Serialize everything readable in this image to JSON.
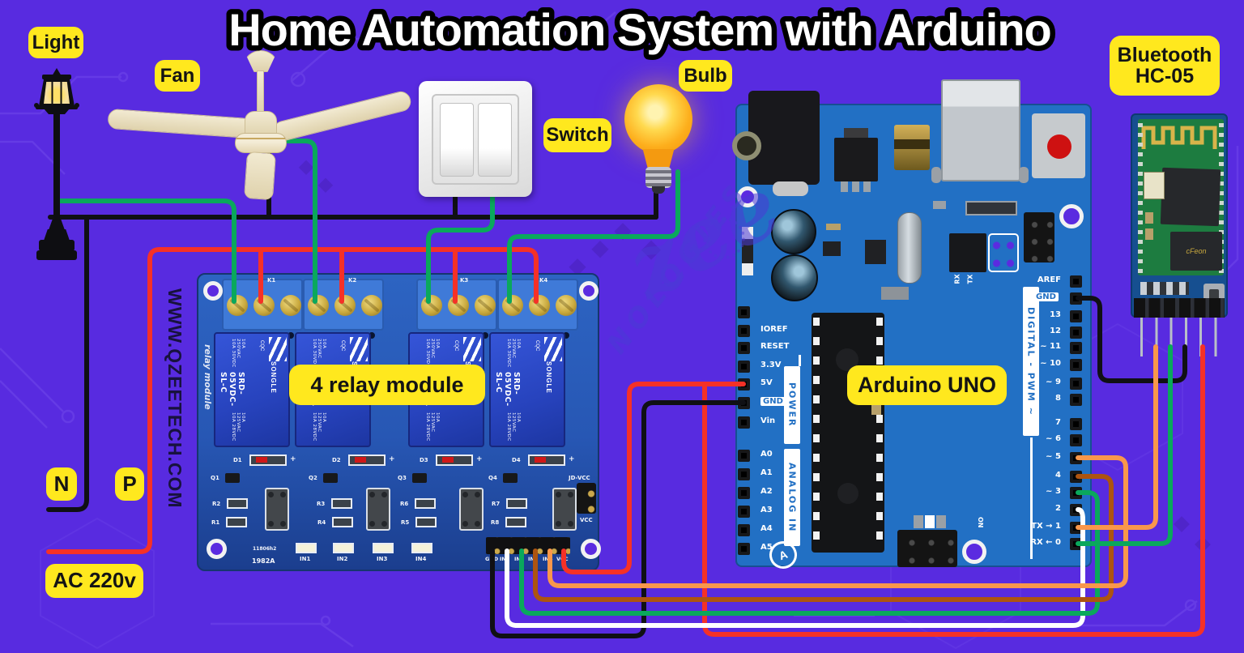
{
  "title": "Home Automation System with Arduino",
  "labels": {
    "light": "Light",
    "fan": "Fan",
    "switch": "Switch",
    "bulb": "Bulb",
    "bluetooth_line1": "Bluetooth",
    "bluetooth_line2": "HC-05",
    "relay_module": "4 relay module",
    "arduino": "Arduino UNO",
    "neutral": "N",
    "phase": "P",
    "ac": "AC 220v"
  },
  "watermarks": {
    "site": "WWW.QZEETECH.COM",
    "brand_script": "zee",
    "brand_word": "NOLOGIES"
  },
  "arduino": {
    "left_power_pins": [
      "IOREF",
      "RESET",
      "3.3V",
      "5V",
      "GND",
      "Vin"
    ],
    "left_analog_pins": [
      "A0",
      "A1",
      "A2",
      "A3",
      "A4",
      "A5"
    ],
    "right_upper_pins": [
      "AREF",
      "GND",
      "13",
      "12",
      "~ 11",
      "~ 10",
      "~ 9",
      "8"
    ],
    "right_lower_pins": [
      "7",
      "~ 6",
      "~ 5",
      "4",
      "~ 3",
      "2",
      "TX → 1",
      "RX ← 0"
    ],
    "power_group": "POWER",
    "analog_group": "ANALOG IN",
    "digital_group": "DIGITAL - PWM ~",
    "on_label": "ON",
    "rx_label": "RX",
    "tx_label": "TX",
    "logo": "A"
  },
  "relay_board": {
    "channel_labels": [
      "K1",
      "K2",
      "K3",
      "K4"
    ],
    "relay_text": {
      "rating_top": "10A 250VAC 10A 30VDC",
      "model": "SRD-05VDC-SL-C",
      "rating_bottom": "10A 125VAC 10A 28VDC",
      "brand": "SONGLE",
      "cert": "CQC"
    },
    "diode_labels": [
      "D1",
      "D2",
      "D3",
      "D4"
    ],
    "transistor_labels": [
      "Q1",
      "Q2",
      "Q3",
      "Q4"
    ],
    "resistor_labels_top": [
      "R2",
      "R3",
      "R6",
      "R7"
    ],
    "resistor_labels_bottom": [
      "R1",
      "R4",
      "R5",
      "R8"
    ],
    "led_labels": [
      "IN1",
      "IN2",
      "IN3",
      "IN4"
    ],
    "header_pins": [
      "GND",
      "IN1",
      "IN2",
      "IN3",
      "IN4",
      "VCC"
    ],
    "jumper_label": "JD-VCC",
    "jumper_pin_label": "VCC",
    "board_marks": [
      "11806h2",
      "1982A"
    ],
    "silk_side": "relay module"
  },
  "hc05": {
    "chip": "cFeon"
  }
}
